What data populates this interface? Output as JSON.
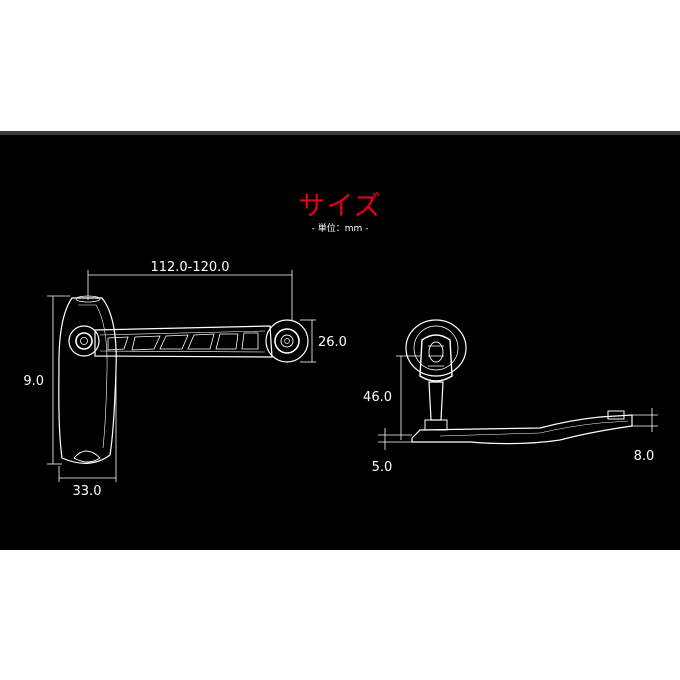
{
  "title": "サイズ",
  "unit_label": "- 単位：mm -",
  "colors": {
    "title": "#e3001b",
    "background": "#000000",
    "line": "#ffffff"
  },
  "dimensions": {
    "arm_length": "112.0-120.0",
    "knob_height": "9.0",
    "knob_width": "33.0",
    "nut_diameter": "26.0",
    "side_height": "46.0",
    "side_thickness_left": "5.0",
    "side_thickness_right": "8.0"
  }
}
